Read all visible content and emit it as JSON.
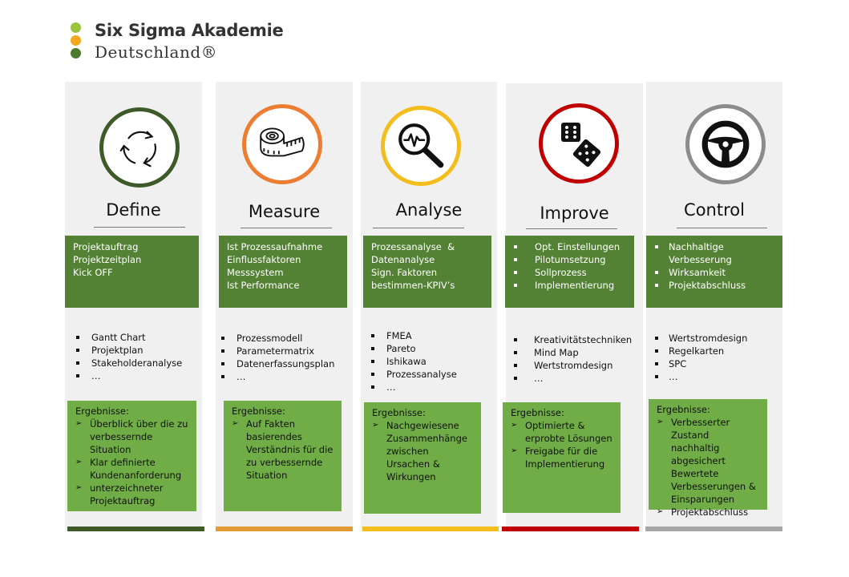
{
  "logo": {
    "line1": "Six Sigma Akademie",
    "line2": "Deutschland®",
    "dot_colors": [
      "#9cc33c",
      "#f4a81d",
      "#4e7a2e"
    ]
  },
  "colors": {
    "column_bg": "#f0f0f0",
    "dark_box": "#548235",
    "result_box": "#70ad47"
  },
  "phases": [
    {
      "title": "Define",
      "icon": "cycle-arrows-icon",
      "accent": "#3d5a28",
      "summary": [
        "Projektauftrag",
        "Projektzeitplan",
        "Kick OFF"
      ],
      "summary_bulleted": false,
      "tools": [
        "Gantt Chart",
        "Projektplan",
        "Stakeholderanalyse",
        "…"
      ],
      "results_label": "Ergebnisse:",
      "results": [
        "Überblick über die zu verbessernde Situation",
        "Klar definierte Kundenanforderung",
        "unterzeichneter Projektauftrag"
      ]
    },
    {
      "title": "Measure",
      "icon": "tape-measure-icon",
      "accent": "#e29a33",
      "ring": "#ed7d31",
      "summary": [
        "Ist Prozessaufnahme",
        "Einflussfaktoren",
        "Messsystem",
        "Ist Performance"
      ],
      "summary_bulleted": false,
      "tools": [
        "Prozessmodell",
        "Parametermatrix",
        "Datenerfassungsplan",
        "…"
      ],
      "results_label": "Ergebnisse:",
      "results": [
        "Auf Fakten basierendes Verständnis für die zu verbessernde Situation"
      ]
    },
    {
      "title": "Analyse",
      "icon": "magnifier-pulse-icon",
      "accent": "#f3bd1e",
      "summary": [
        "Prozessanalyse  &",
        "Datenanalyse",
        "Sign. Faktoren",
        "bestimmen-KPIV’s"
      ],
      "summary_bulleted": false,
      "tools": [
        "FMEA",
        "Pareto",
        "Ishikawa",
        "Prozessanalyse",
        "…"
      ],
      "results_label": "Ergebnisse:",
      "results": [
        "Nachgewiesene Zusammenhänge zwischen Ursachen & Wirkungen"
      ]
    },
    {
      "title": "Improve",
      "icon": "dice-icon",
      "accent": "#c00000",
      "summary": [
        "Opt. Einstellungen",
        "Pilotumsetzung",
        "Sollprozess",
        "Implementierung"
      ],
      "summary_bulleted": true,
      "tools": [
        "Kreativitätstechniken",
        "Mind Map",
        "Wertstromdesign",
        "…"
      ],
      "results_label": "Ergebnisse:",
      "results": [
        "Optimierte & erprobte Lösungen",
        "Freigabe für die Implementierung"
      ]
    },
    {
      "title": "Control",
      "icon": "steering-wheel-icon",
      "accent": "#a6a6a6",
      "ring": "#8c8c8c",
      "summary": [
        "Nachhaltige Verbesserung",
        "Wirksamkeit",
        "Projektabschluss"
      ],
      "summary_bulleted": true,
      "tools": [
        "Wertstromdesign",
        "Regelkarten",
        "SPC",
        "…"
      ],
      "results_label": "Ergebnisse:",
      "results": [
        "Verbesserter Zustand nachhaltig abgesichert Bewertete Verbesserungen & Einsparungen",
        "Projektabschluss"
      ]
    }
  ]
}
